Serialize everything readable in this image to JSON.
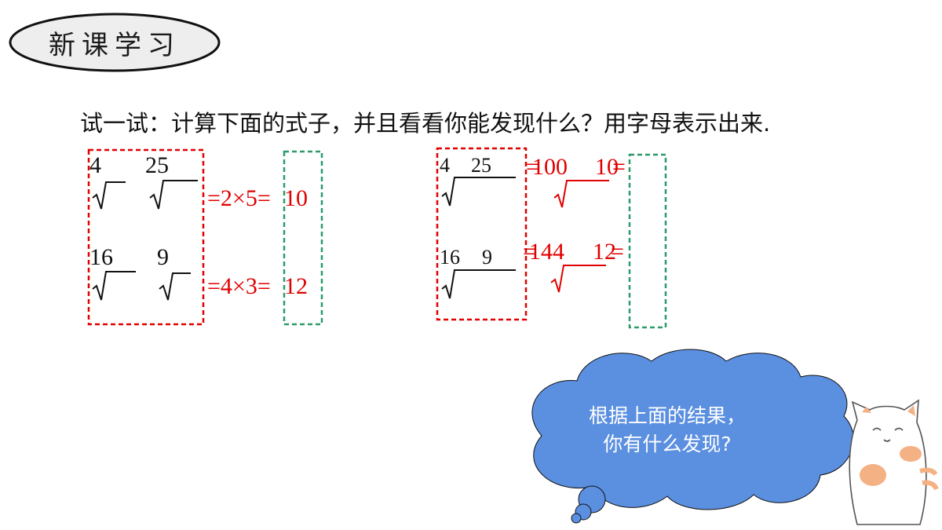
{
  "header": {
    "section_title": "新课学习"
  },
  "prompt": "试一试：计算下面的式子，并且看看你能发现什么？用字母表示出来.",
  "left_block": {
    "row1": {
      "a": "4",
      "b": "25",
      "rhs": "=2×5=",
      "result": "10"
    },
    "row2": {
      "a": "16",
      "b": "9",
      "rhs": "=4×3=",
      "result": "12"
    }
  },
  "right_block": {
    "row1": {
      "a": "4",
      "b": "25",
      "eq": "=",
      "c": "100",
      "d": "10",
      "tail": "="
    },
    "row2": {
      "a": "16",
      "b": "9",
      "eq": "=",
      "c": "144",
      "d": "12",
      "tail": "="
    }
  },
  "bubble": {
    "line1": "根据上面的结果，",
    "line2": "你有什么发现?"
  },
  "colors": {
    "red": "#e00000",
    "green": "#2e9a6a",
    "cloud": "#5b8fe0",
    "cat_orange": "#f4b183"
  }
}
